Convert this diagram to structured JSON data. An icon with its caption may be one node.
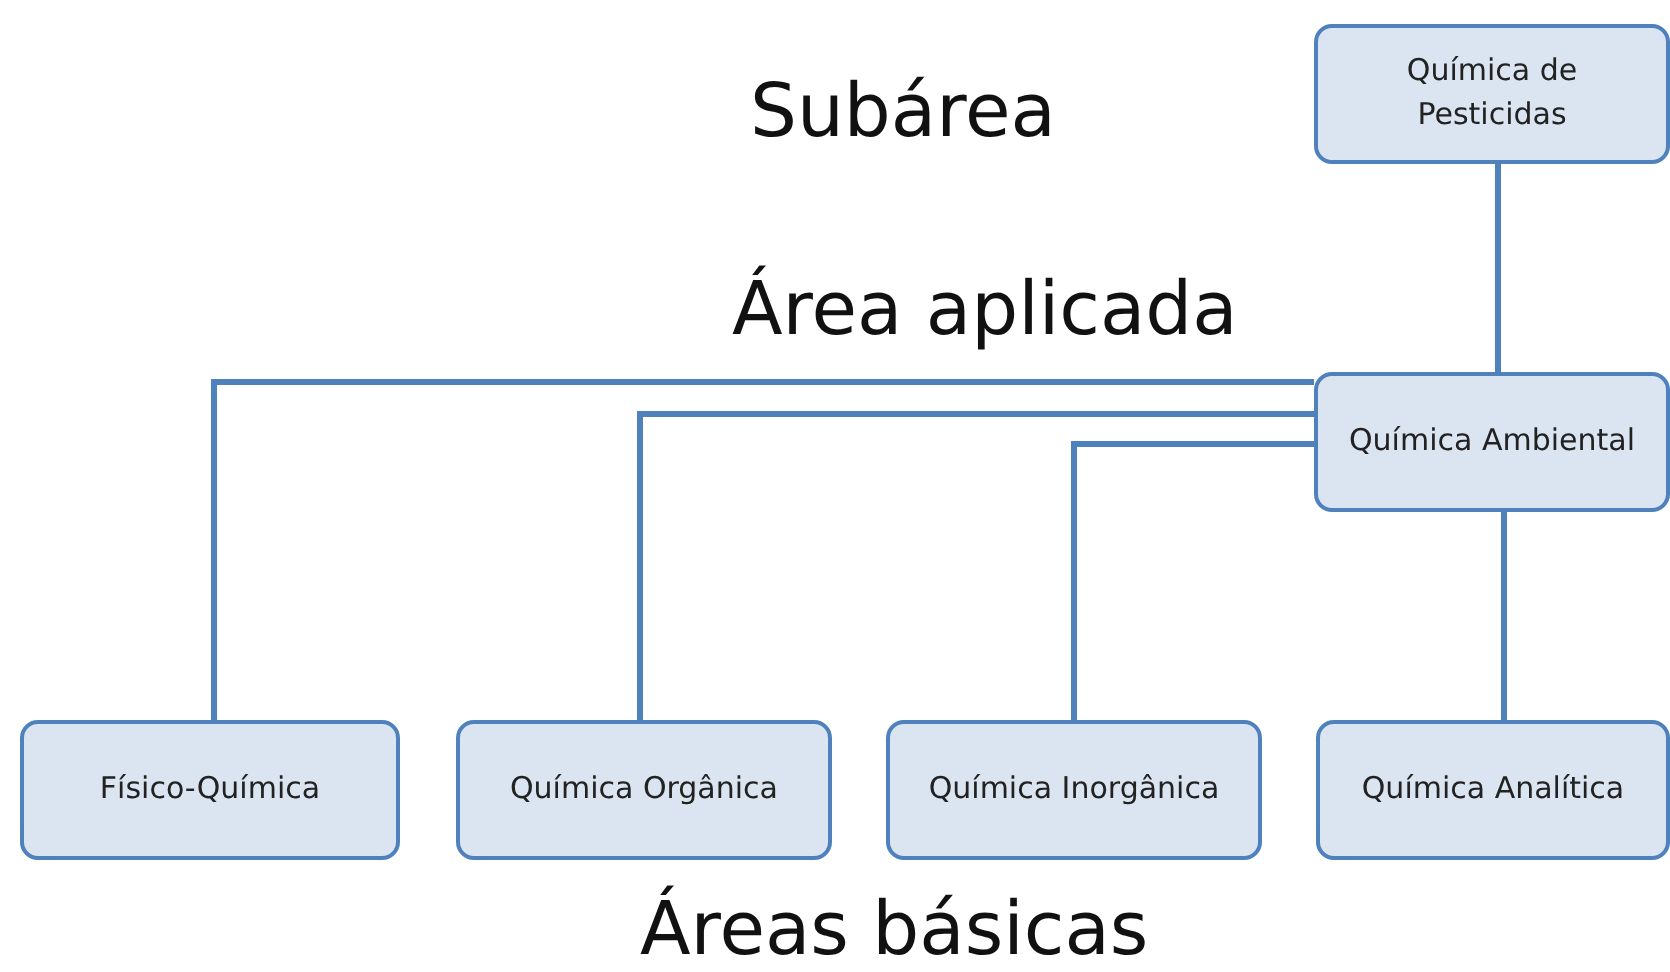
{
  "diagram": {
    "nodes": [
      {
        "text": [
          "Química de Pesticidas"
        ]
      },
      {
        "text": [
          "Química Ambiental"
        ]
      },
      {
        "text": [
          "Físico-Química"
        ]
      },
      {
        "text": [
          "Química Orgânica"
        ]
      },
      {
        "text": [
          "Química Inorgânica"
        ]
      },
      {
        "text": [
          "Química Analítica"
        ]
      }
    ],
    "edges": [
      {
        "from": 0,
        "to": 1,
        "arrow": "none"
      },
      {
        "from": 1,
        "to": 2,
        "arrow": "none"
      },
      {
        "from": 1,
        "to": 3,
        "arrow": "none"
      },
      {
        "from": 1,
        "to": 4,
        "arrow": "none"
      },
      {
        "from": 1,
        "to": 5,
        "arrow": "none"
      }
    ],
    "labels": [
      "Subárea",
      "Área aplicada",
      "Áreas básicas"
    ]
  }
}
